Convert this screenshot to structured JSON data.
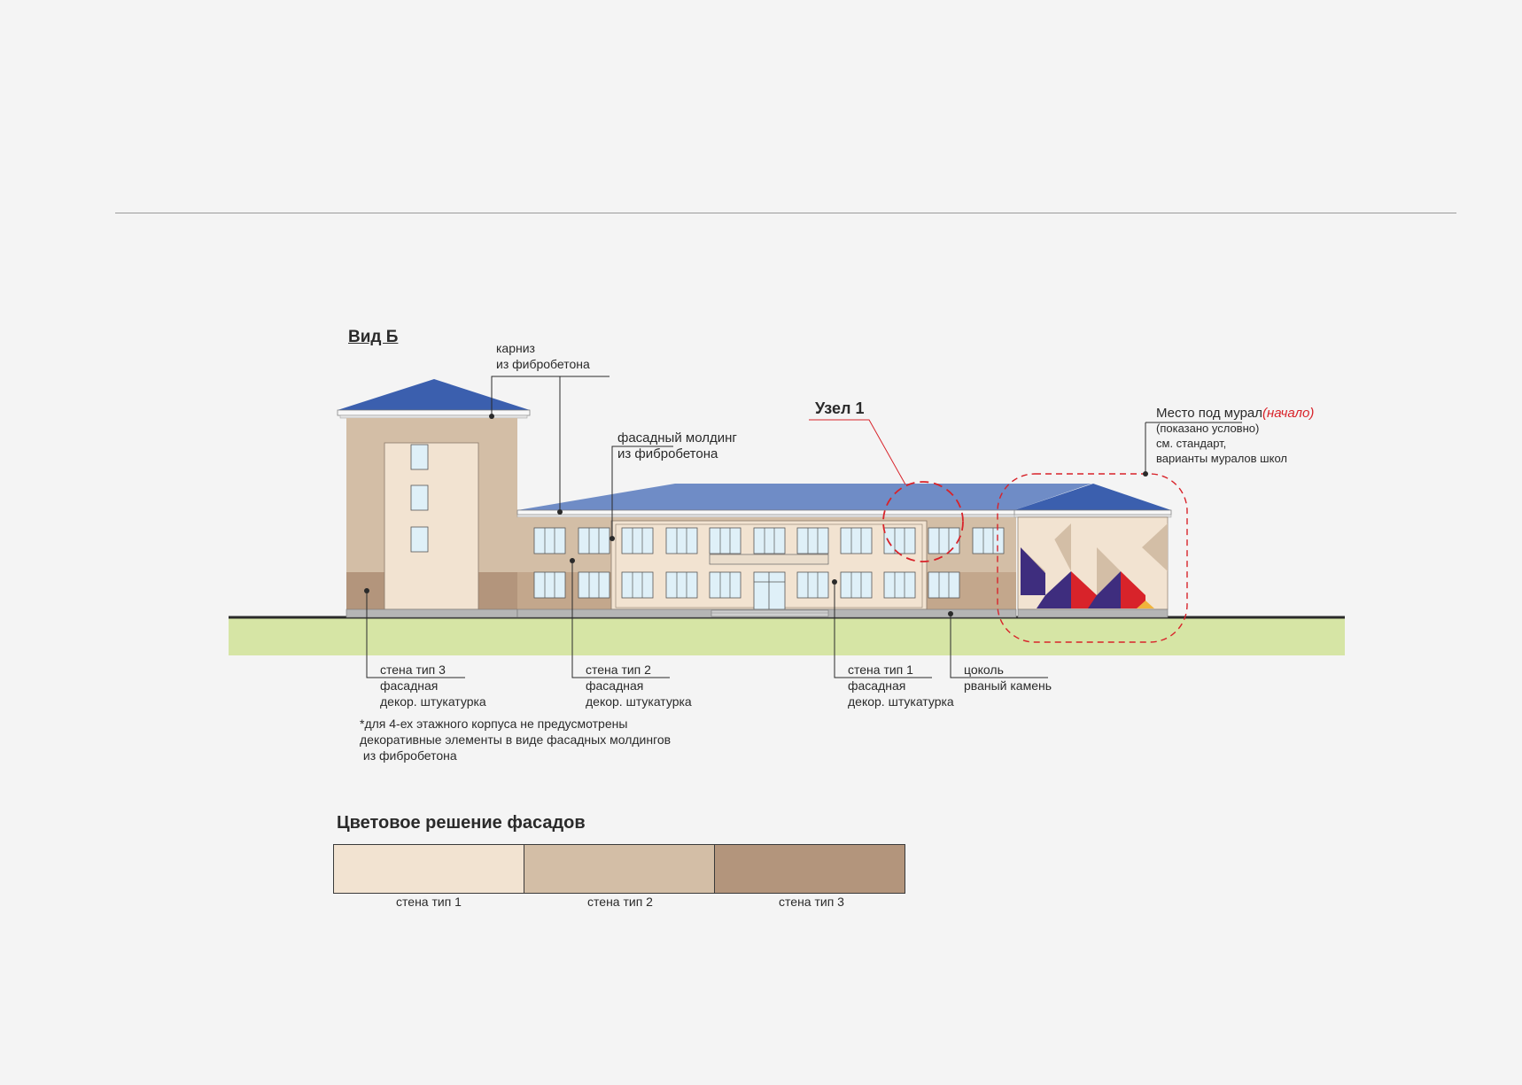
{
  "view": {
    "title": "Вид Б"
  },
  "node": {
    "title": "Узел 1"
  },
  "callouts": {
    "cornice": {
      "line1": "карниз",
      "line2": "из фибробетона"
    },
    "molding": {
      "line1": "фасадный молдинг",
      "line2": "из фибробетона"
    },
    "wall3": {
      "line1": "стена тип 3",
      "line2": "фасадная",
      "line3": "декор. штукатурка"
    },
    "wall2": {
      "line1": "стена тип 2",
      "line2": "фасадная",
      "line3": "декор. штукатурка"
    },
    "wall1": {
      "line1": "стена тип 1",
      "line2": "фасадная",
      "line3": "декор. штукатурка"
    },
    "plinth": {
      "line1": "цоколь",
      "line2": "рваный камень"
    }
  },
  "mural": {
    "title": "Место под мурал",
    "title_accent": "(начало)",
    "line2": "(показано условно)",
    "line3": "см. стандарт,",
    "line4": "варианты муралов школ"
  },
  "note": {
    "line1": "*для 4-ех этажного корпуса не предусмотрены",
    "line2": "декоративные элементы в виде фасадных молдингов",
    "line3": " из фибробетона"
  },
  "palette": {
    "title": "Цветовое решение фасадов",
    "swatches": [
      {
        "label": "стена тип 1",
        "color": "#f2e3d1"
      },
      {
        "label": "стена тип 2",
        "color": "#d3bea6"
      },
      {
        "label": "стена тип 3",
        "color": "#b3957c"
      }
    ]
  },
  "colors": {
    "roof": "#3b5fae",
    "roof_light": "#6f8cc6",
    "ground": "#d6e5a5",
    "window": "#dff0f8",
    "plinth": "#b5b5b5",
    "accent_red": "#d8232a",
    "mural_purple": "#3e2d7e",
    "mural_yellow": "#f0b43c"
  }
}
